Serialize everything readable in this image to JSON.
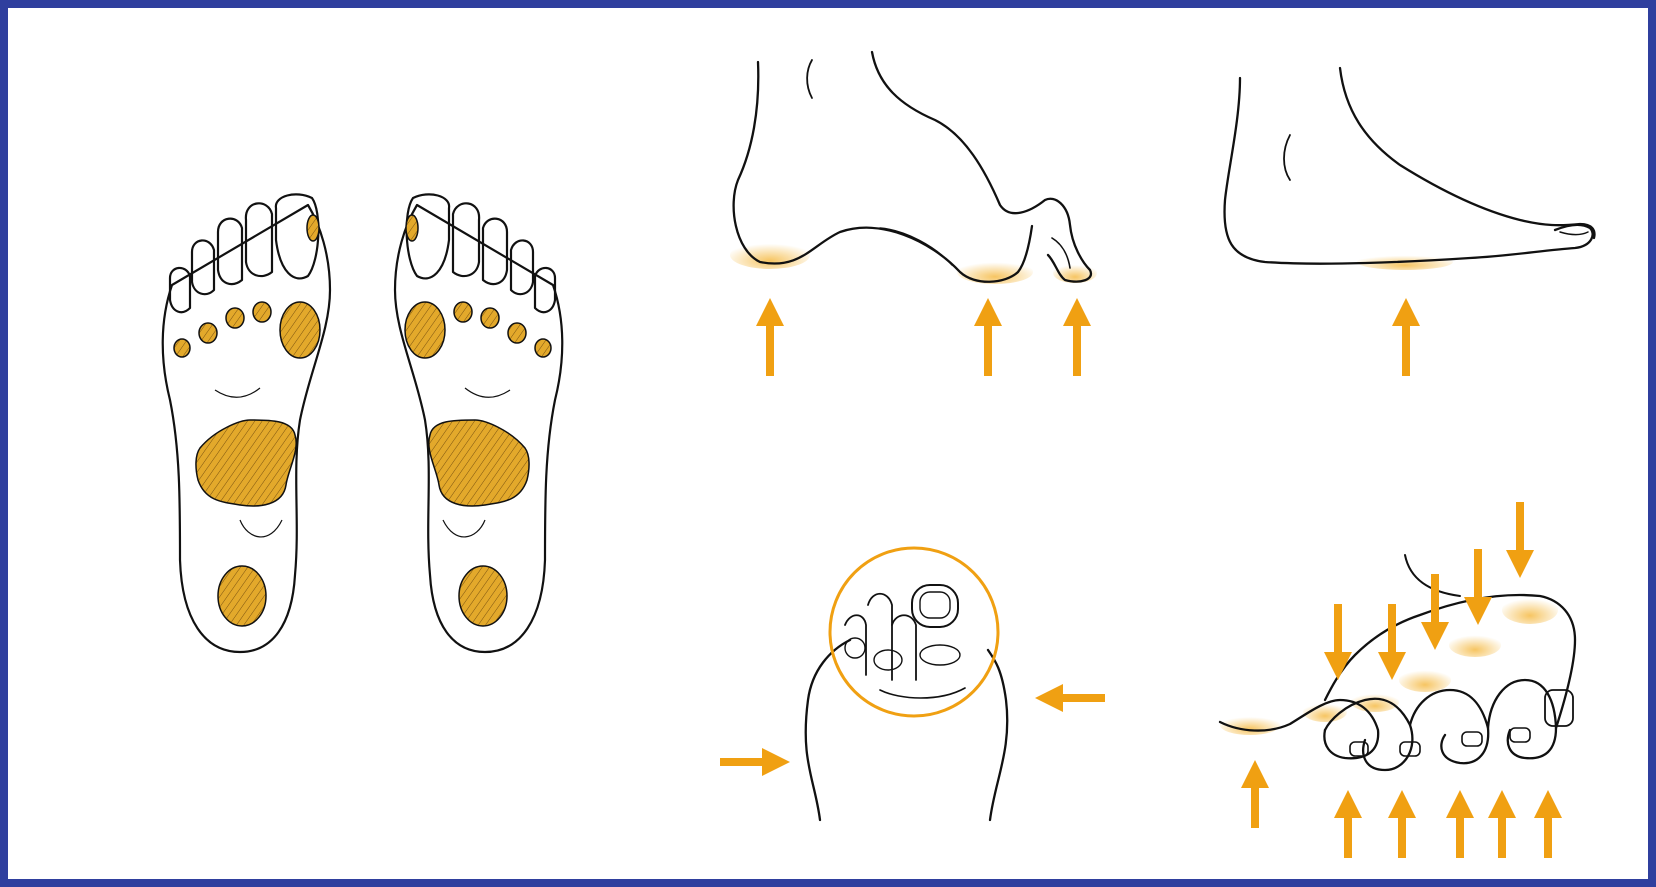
{
  "colors": {
    "frame": "#2f3f9e",
    "ink": "#111111",
    "accent": "#f0a012",
    "pressure_fill": "#e3a92b",
    "pressure_glow": "#f6c25a",
    "background": "#ffffff"
  },
  "panels": [
    {
      "name": "plantar-pressure-map",
      "icon": "feet-soles-illustration"
    },
    {
      "name": "high-arch-foot",
      "icon": "side-foot-illustration"
    },
    {
      "name": "flat-foot",
      "icon": "side-foot-illustration"
    },
    {
      "name": "toe-squeeze",
      "icon": "toe-front-illustration"
    },
    {
      "name": "hammer-toes",
      "icon": "toes-side-illustration"
    }
  ],
  "arrows": {
    "direction_words": [
      "up",
      "down",
      "left",
      "right"
    ]
  }
}
